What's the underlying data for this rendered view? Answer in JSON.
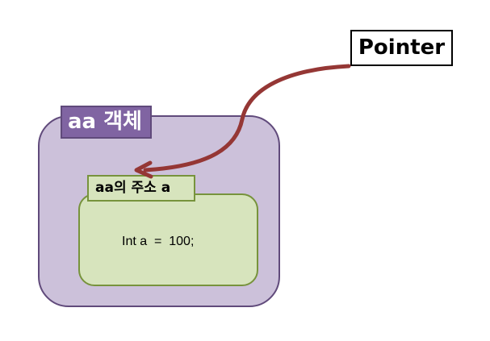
{
  "diagram": {
    "object_label": "aa 객체",
    "address_label": "aa의 주소 a",
    "code": "Int a  =  100;",
    "pointer_label": "Pointer"
  },
  "colors": {
    "outer_fill": "#ccc1da",
    "outer_border": "#604a7b",
    "outer_label_fill": "#8064a2",
    "inner_fill": "#d7e4bd",
    "inner_border": "#77933c",
    "arrow": "#953735"
  }
}
